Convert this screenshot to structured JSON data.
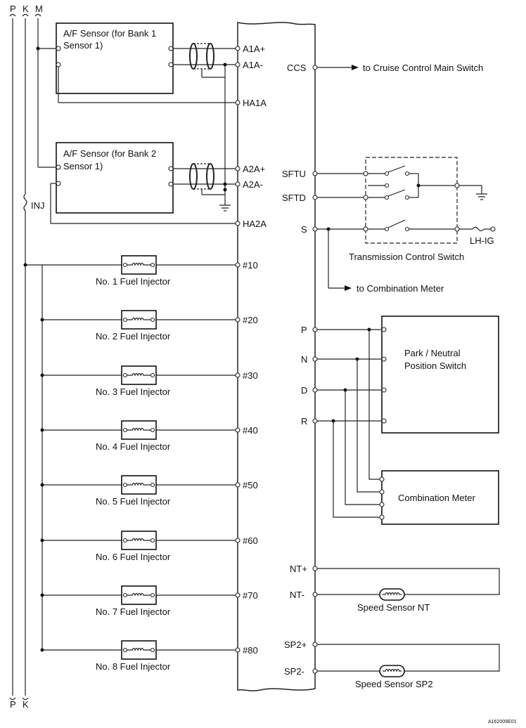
{
  "rails": {
    "top_labels": [
      "P",
      "K",
      "M"
    ],
    "bottom_labels": [
      "P",
      "K"
    ],
    "inj_label": "INJ"
  },
  "af_sensors": [
    {
      "line1": "A/F Sensor (for Bank 1",
      "line2": "Sensor 1)",
      "pin_plus": "A1A+",
      "pin_minus": "A1A-",
      "heater": "HA1A"
    },
    {
      "line1": "A/F Sensor (for Bank 2",
      "line2": "Sensor 1)",
      "pin_plus": "A2A+",
      "pin_minus": "A2A-",
      "heater": "HA2A"
    }
  ],
  "injectors": [
    {
      "pin": "#10",
      "name": "No. 1 Fuel Injector"
    },
    {
      "pin": "#20",
      "name": "No. 2 Fuel Injector"
    },
    {
      "pin": "#30",
      "name": "No. 3 Fuel Injector"
    },
    {
      "pin": "#40",
      "name": "No. 4 Fuel Injector"
    },
    {
      "pin": "#50",
      "name": "No. 5 Fuel Injector"
    },
    {
      "pin": "#60",
      "name": "No. 6 Fuel Injector"
    },
    {
      "pin": "#70",
      "name": "No. 7 Fuel Injector"
    },
    {
      "pin": "#80",
      "name": "No. 8 Fuel Injector"
    }
  ],
  "ccs": {
    "pin": "CCS",
    "dest": "to Cruise Control Main Switch"
  },
  "tcs": {
    "pins": [
      "SFTU",
      "SFTD",
      "S"
    ],
    "title": "Transmission Control Switch",
    "lhig": "LH-IG",
    "to_meter": "to Combination Meter"
  },
  "pnp": {
    "pins": [
      "P",
      "N",
      "D",
      "R"
    ],
    "title_line1": "Park / Neutral",
    "title_line2": "Position Switch"
  },
  "meter": {
    "title": "Combination Meter"
  },
  "speed_nt": {
    "pin_plus": "NT+",
    "pin_minus": "NT-",
    "title": "Speed Sensor NT"
  },
  "speed_sp2": {
    "pin_plus": "SP2+",
    "pin_minus": "SP2-",
    "title": "Speed Sensor SP2"
  },
  "code": "A162009E01"
}
